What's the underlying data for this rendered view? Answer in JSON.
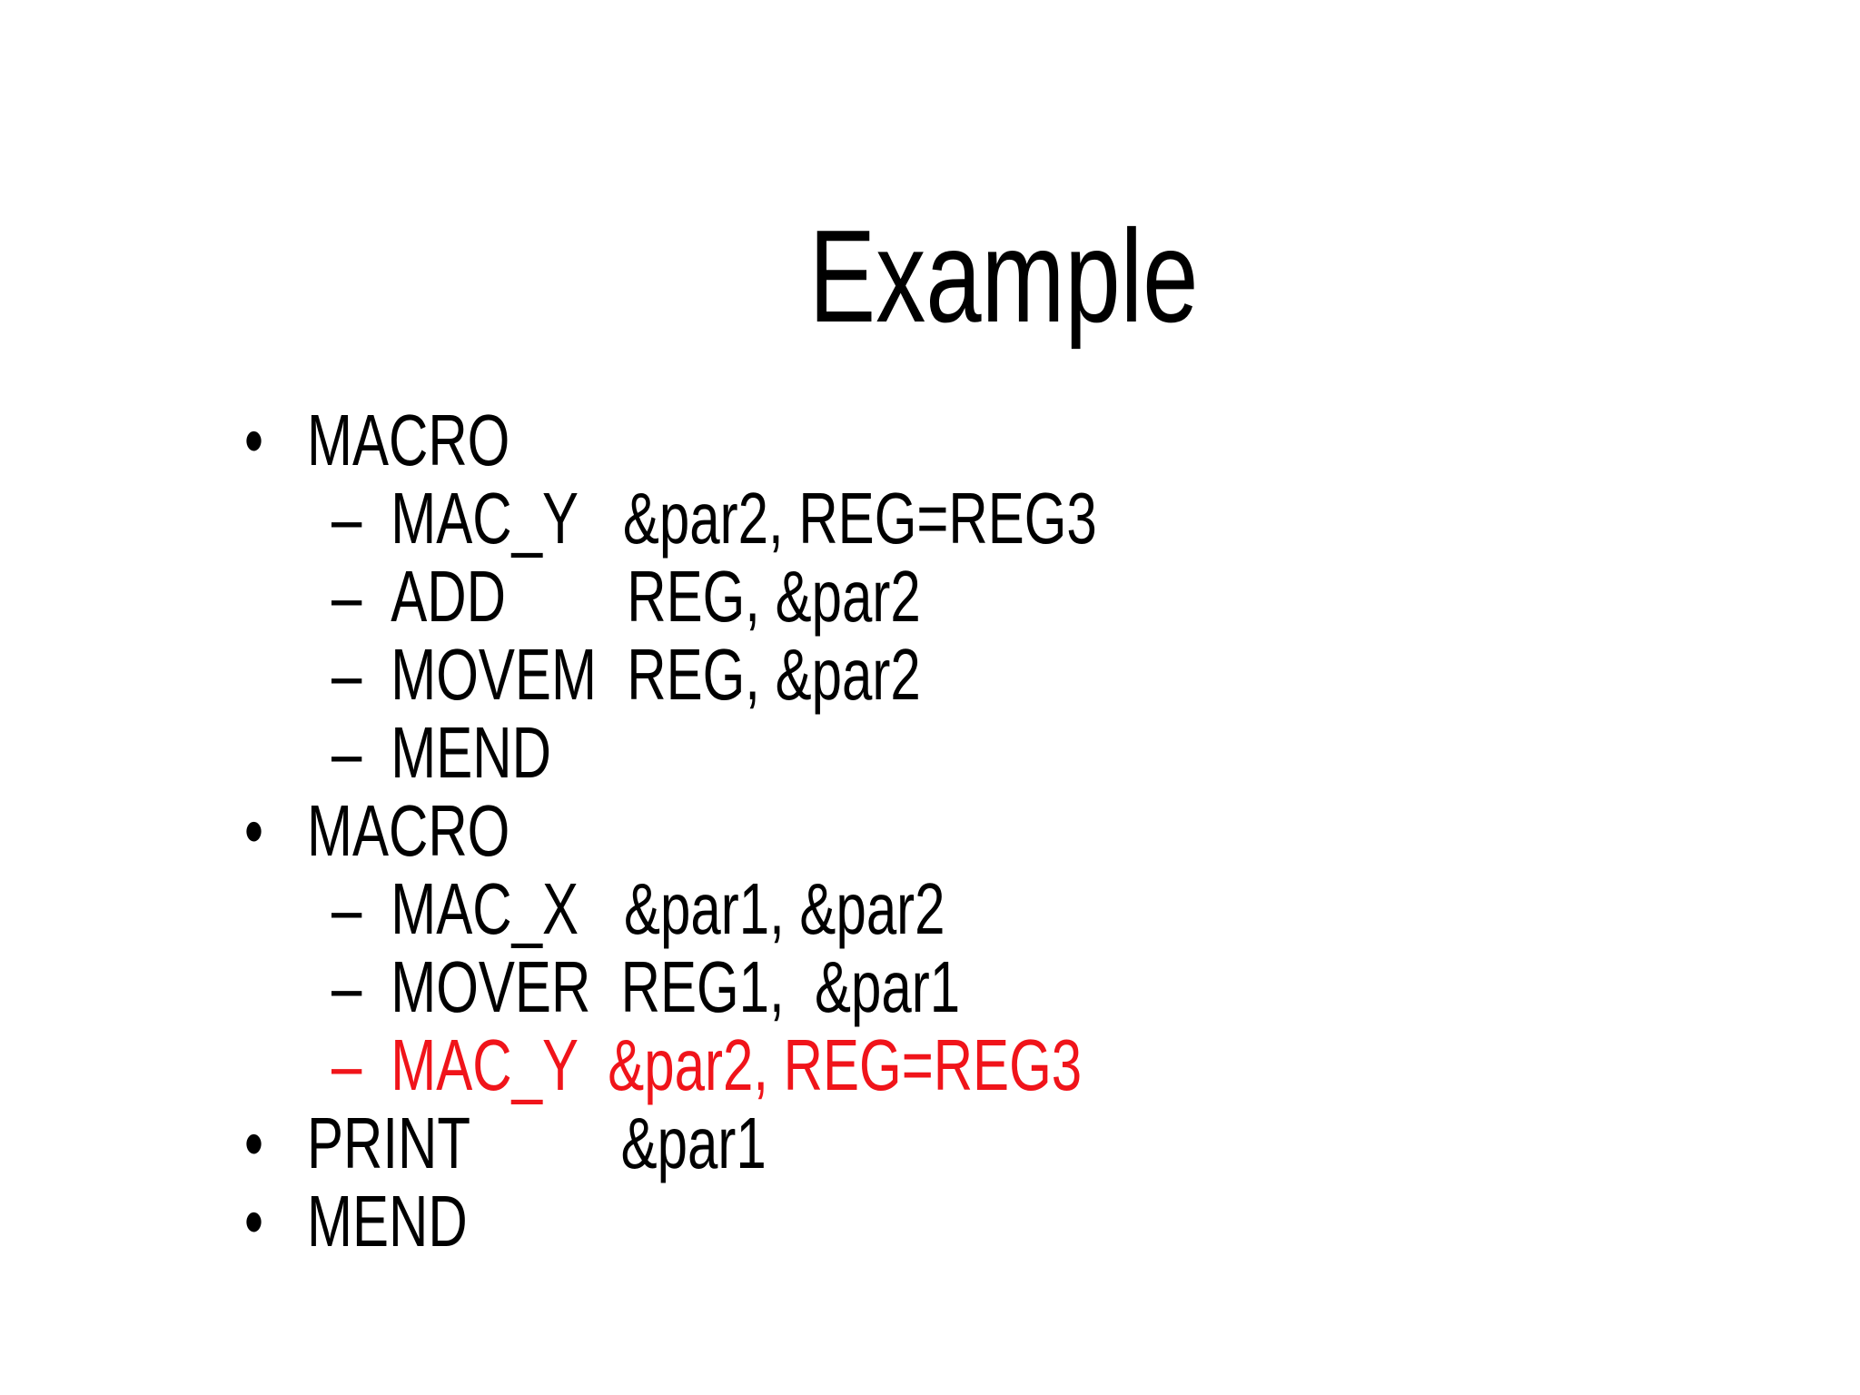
{
  "slide": {
    "title": "Example",
    "colors": {
      "background": "#ffffff",
      "text": "#000000",
      "highlight": "#f0141a"
    },
    "glyphs": {
      "bullet": "•",
      "dash": "–"
    },
    "lines": [
      {
        "level": 1,
        "highlight": false,
        "text": "MACRO"
      },
      {
        "level": 2,
        "highlight": false,
        "text": "MAC_Y   &par2, REG=REG3"
      },
      {
        "level": 2,
        "highlight": false,
        "text": "ADD        REG, &par2"
      },
      {
        "level": 2,
        "highlight": false,
        "text": "MOVEM  REG, &par2"
      },
      {
        "level": 2,
        "highlight": false,
        "text": "MEND"
      },
      {
        "level": 1,
        "highlight": false,
        "text": "MACRO"
      },
      {
        "level": 2,
        "highlight": false,
        "text": "MAC_X   &par1, &par2"
      },
      {
        "level": 2,
        "highlight": false,
        "text": "MOVER  REG1,  &par1"
      },
      {
        "level": 2,
        "highlight": true,
        "text": "MAC_Y  &par2, REG=REG3"
      },
      {
        "level": 1,
        "highlight": false,
        "text": "PRINT          &par1"
      },
      {
        "level": 1,
        "highlight": false,
        "text": "MEND"
      }
    ]
  }
}
